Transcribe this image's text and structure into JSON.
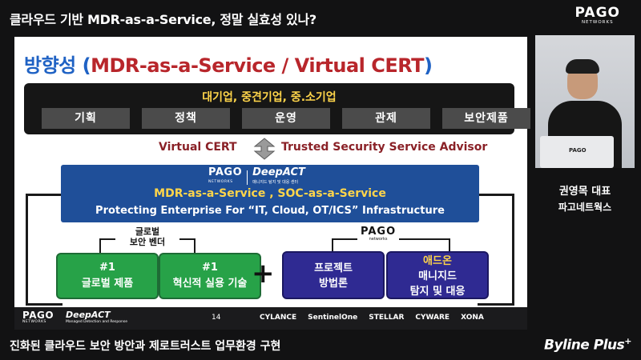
{
  "broadcast": {
    "title": "클라우드 기반 MDR-as-a-Service, 정말 실효성 있나?",
    "subtitle": "진화된 클라우드 보안 방안과 제로트러스트 업무환경 구현",
    "channel_brand": "Byline Plus",
    "channel_brand_sup": "+",
    "corner_logo": "PAGO",
    "corner_logo_sub": "NETWORKS"
  },
  "speaker": {
    "name": "권영목 대표",
    "company": "파고네트웍스",
    "laptop_label": "PAGO"
  },
  "slide": {
    "heading_ko": "방향성",
    "heading_open": "(",
    "heading_en": "MDR-as-a-Service / Virtual CERT",
    "heading_close": ")",
    "org_title": "대기업, 중견기업,  중.소기업",
    "org_cells": [
      "기획",
      "정책",
      "운영",
      "관제",
      "보안제품"
    ],
    "virtual_left": "Virtual CERT",
    "virtual_right": "Trusted Security Service Advisor",
    "mdr_logo_pago": "PAGO",
    "mdr_logo_pago_sub": "NETWORKS",
    "mdr_logo_deep": "DeepACT",
    "mdr_logo_deep_sub": "매니지드 탐지 및 대응 센터",
    "mdr_service": "MDR-as-a-Service , SOC-as-a-Service",
    "mdr_protect": "Protecting Enterprise For “IT, Cloud, OT/ICS” Infrastructure",
    "vendor_label_1": "글로벌",
    "vendor_label_2": "보안 벤더",
    "green_boxes": [
      {
        "rank": "#1",
        "label": "글로벌 제품"
      },
      {
        "rank": "#1",
        "label": "혁신적 실용 기술"
      }
    ],
    "plus": "+",
    "pago_mini": "PAGO",
    "pago_mini_sub": "networks",
    "purple_boxes": [
      {
        "line1": "프로젝트",
        "line2": "방법론",
        "line3": ""
      },
      {
        "line1": "애드온",
        "line2": "매니지드",
        "line3": "탐지 및 대응"
      }
    ],
    "footer": {
      "pago": "PAGO",
      "pago_sub": "NETWORKS",
      "deep": "DeepACT",
      "deep_sub": "Managed Detection and Response",
      "page": "14",
      "partners": [
        "CYLANCE",
        "SentinelOne",
        "STELLAR",
        "CYWARE",
        "XONA"
      ]
    }
  },
  "colors": {
    "heading_blue": "#1f62c4",
    "heading_red": "#b8262b",
    "mdr_blue": "#1f4f99",
    "yellow_text": "#ffd54a",
    "green": "#27a248",
    "purple": "#2f2a92"
  }
}
